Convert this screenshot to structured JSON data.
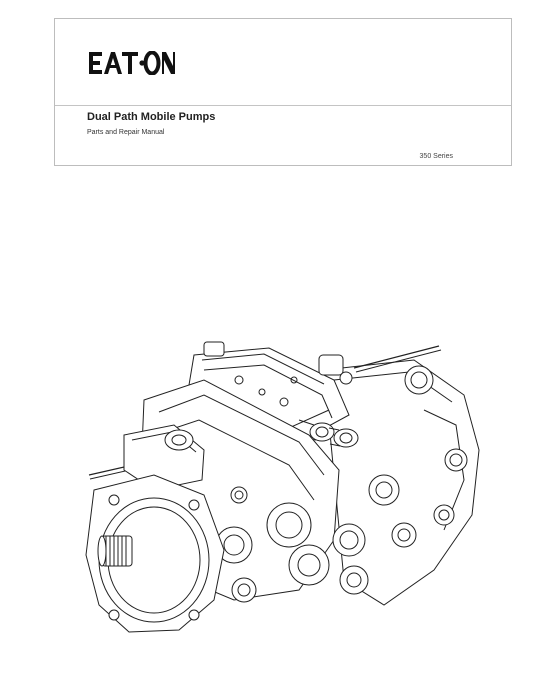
{
  "brand": {
    "logo_text": "EATON"
  },
  "header": {
    "title": "Dual Path Mobile Pumps",
    "subtitle": "Parts and Repair Manual",
    "series": "350 Series"
  },
  "illustration": {
    "icon": "hydraulic-pump-drawing"
  }
}
